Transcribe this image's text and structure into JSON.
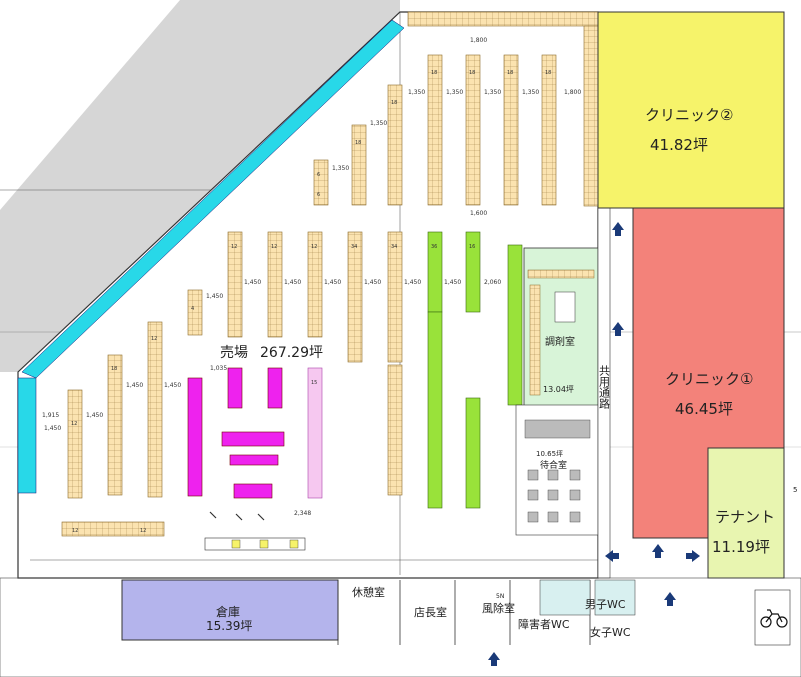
{
  "rooms": {
    "sales_floor": {
      "name": "売場",
      "area": "267.29坪"
    },
    "clinic2": {
      "name": "クリニック②",
      "area": "41.82坪",
      "color": "#f6f36a"
    },
    "clinic1": {
      "name": "クリニック①",
      "area": "46.45坪",
      "color": "#f3827a"
    },
    "tenant": {
      "name": "テナント",
      "area": "11.19坪",
      "color": "#e8f5b0"
    },
    "storage": {
      "name": "倉庫",
      "area": "15.39坪",
      "color": "#b4b4ec"
    },
    "dispensary": {
      "name": "調剤室",
      "area": "13.04坪",
      "color": "#d8f4d8"
    },
    "waiting": {
      "name": "待合室",
      "area": "10.65坪"
    },
    "break_room": {
      "name": "休憩室"
    },
    "manager_room": {
      "name": "店長室"
    },
    "windbreak": {
      "name": "風除室"
    },
    "accessible_wc": {
      "name": "障害者WC"
    },
    "mens_wc": {
      "name": "男子WC"
    },
    "womens_wc": {
      "name": "女子WC"
    },
    "corridor": {
      "name": "共用通路"
    }
  },
  "dimensions": {
    "top_row": [
      "1,350",
      "1,350",
      "1,350",
      "1,350",
      "1,800"
    ],
    "left_diag": [
      "1,350",
      "1,350"
    ],
    "mid_row": [
      "1,450",
      "1,450",
      "1,450",
      "1,450",
      "1,450",
      "1,450",
      "1,450",
      "2,060"
    ],
    "low_row": [
      "1,450",
      "1,450",
      "1,450"
    ],
    "left_col": [
      "1,915",
      "1,450"
    ],
    "small": [
      "1,800",
      "1,600",
      "1,035",
      "2,348"
    ]
  },
  "shelf_counts": [
    "18",
    "18",
    "18",
    "18",
    "18",
    "18",
    "6",
    "6",
    "4",
    "12",
    "12",
    "12",
    "12",
    "12",
    "34",
    "34",
    "36",
    "16",
    "18",
    "15",
    "12",
    "12"
  ],
  "labels": {
    "door_s": "5N",
    "edge_s": "5"
  },
  "colors": {
    "shelf": "#fbe3b0",
    "shelf_edge": "#8a6a2a",
    "magenta": "#ee22ee",
    "pink": "#f6c8f0",
    "green": "#99e23a",
    "cyan": "#28d8e8",
    "hatch": "#d6d6d6",
    "arrow": "#1a3a78"
  },
  "icons": [
    "up-arrow-icon",
    "bicycle-icon"
  ]
}
